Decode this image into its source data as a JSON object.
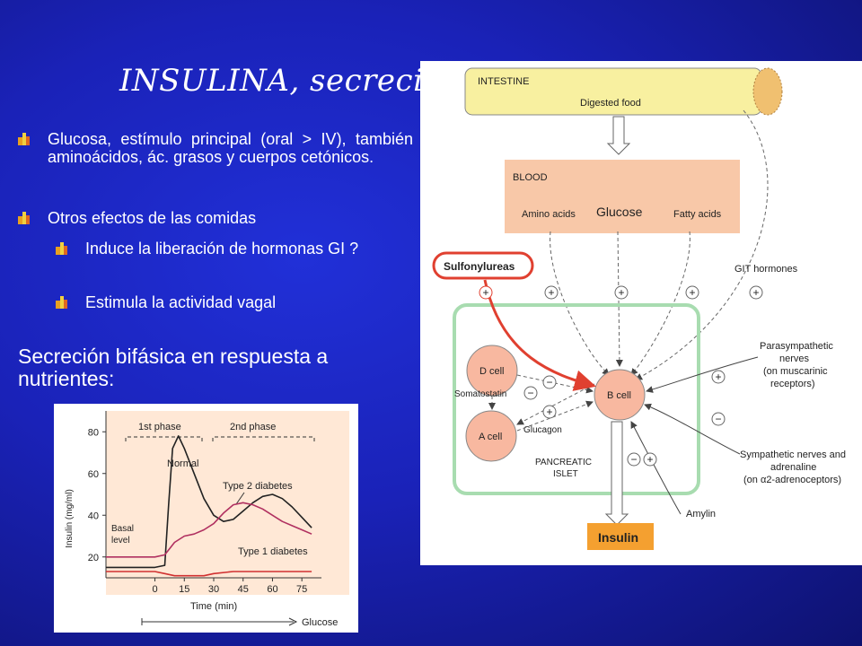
{
  "title": "INSULINA, secreción",
  "bullets": [
    {
      "text": "Glucosa, estímulo principal (oral > IV), también aminoácidos, ác. grasos y cuerpos cetónicos."
    },
    {
      "text": "Otros efectos de las comidas"
    },
    {
      "text": "Induce la liberación de hormonas GI ?"
    },
    {
      "text": "Estimula la actividad vagal"
    }
  ],
  "subheading": "Secreción bifásica en respuesta a nutrientes:",
  "colors": {
    "background": "#1a22b8",
    "bullet_orange": "#e8a020",
    "bullet_yellow": "#f0d040",
    "insulin_box": "#f4a030",
    "sulfonylurea_red": "#e04030",
    "islet_green": "#a8dcb0"
  },
  "graph": {
    "phase1": "1st phase",
    "phase2": "2nd phase",
    "ylabel": "Insulin (mg/ml)",
    "xlabel": "Time (min)",
    "yticks": [
      "80",
      "60",
      "40",
      "20"
    ],
    "xticks": [
      "0",
      "15",
      "30",
      "45",
      "60",
      "75"
    ],
    "basal": "Basal",
    "level": "level",
    "normal": "Normal",
    "type2": "Type 2 diabetes",
    "type1": "Type 1 diabetes",
    "glucose": "Glucose"
  },
  "chart_data": {
    "type": "line",
    "xlabel": "Time (min)",
    "ylabel": "Insulin (mg/ml)",
    "xlim": [
      -25,
      85
    ],
    "ylim": [
      10,
      90
    ],
    "series": [
      {
        "name": "Normal",
        "x": [
          -25,
          0,
          5,
          7,
          9,
          12,
          15,
          20,
          25,
          30,
          35,
          40,
          45,
          50,
          55,
          60,
          65,
          70,
          75,
          80
        ],
        "y": [
          15,
          15,
          16,
          45,
          72,
          78,
          72,
          60,
          48,
          40,
          37,
          38,
          42,
          46,
          49,
          50,
          48,
          44,
          39,
          34
        ]
      },
      {
        "name": "Type 2 diabetes",
        "x": [
          -25,
          0,
          5,
          10,
          15,
          20,
          25,
          30,
          35,
          40,
          45,
          50,
          55,
          60,
          65,
          70,
          75,
          80
        ],
        "y": [
          20,
          20,
          21,
          27,
          30,
          31,
          33,
          36,
          41,
          45,
          46,
          45,
          43,
          40,
          37,
          35,
          33,
          31
        ]
      },
      {
        "name": "Type 1 diabetes",
        "x": [
          -25,
          0,
          5,
          10,
          15,
          20,
          25,
          30,
          40,
          50,
          60,
          70,
          80
        ],
        "y": [
          13,
          13,
          12,
          11,
          11,
          11,
          11,
          12,
          13,
          13,
          13,
          13,
          13
        ]
      }
    ]
  },
  "diagram": {
    "intestine": "INTESTINE",
    "digested": "Digested food",
    "blood": "BLOOD",
    "amino": "Amino acids",
    "glucose": "Glucose",
    "fatty": "Fatty acids",
    "sulfonylureas": "Sulfonylureas",
    "git": "GIT hormones",
    "dcell": "D cell",
    "acell": "A cell",
    "bcell": "B cell",
    "somatostatin": "Somatostatin",
    "glucagon": "Glucagon",
    "pancreatic": "PANCREATIC",
    "islet": "ISLET",
    "para1": "Parasympathetic",
    "para2": "nerves",
    "para3": "(on muscarinic",
    "para4": "receptors)",
    "symp1": "Sympathetic nerves and",
    "symp2": "adrenaline",
    "symp3": "(on α2-adrenoceptors)",
    "amylin": "Amylin",
    "insulin": "Insulin",
    "plus": "+",
    "minus": "−"
  }
}
